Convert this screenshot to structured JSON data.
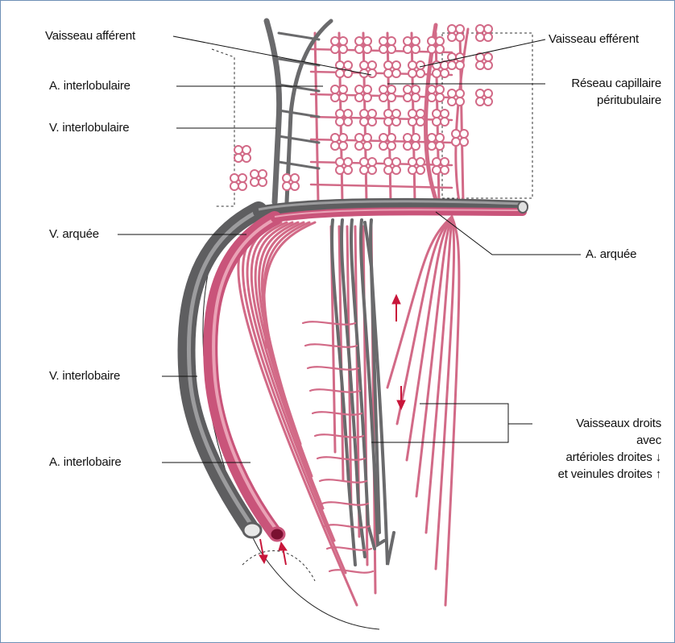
{
  "colors": {
    "artery": "#d26a87",
    "artery_light": "#f2c3d0",
    "vein": "#6a6a6c",
    "vein_light": "#b4b4b6",
    "leader": "#111111",
    "frame": "#6e8fb5",
    "arrow": "#c8163a"
  },
  "labels": {
    "vaisseau_afferent": "Vaisseau afférent",
    "a_interlobulaire": "A. interlobulaire",
    "v_interlobulaire": "V. interlobulaire",
    "v_arquee": "V. arquée",
    "v_interlobaire": "V. interlobaire",
    "a_interlobaire": "A. interlobaire",
    "vaisseau_efferent": "Vaisseau efférent",
    "reseau_line1": "Réseau capillaire",
    "reseau_line2": "péritubulaire",
    "a_arquee": "A. arquée",
    "vd_line1": "Vaisseaux droits",
    "vd_line2": "avec",
    "vd_line3": "artérioles droites ↓",
    "vd_line4": "et veinules droites ↑"
  }
}
